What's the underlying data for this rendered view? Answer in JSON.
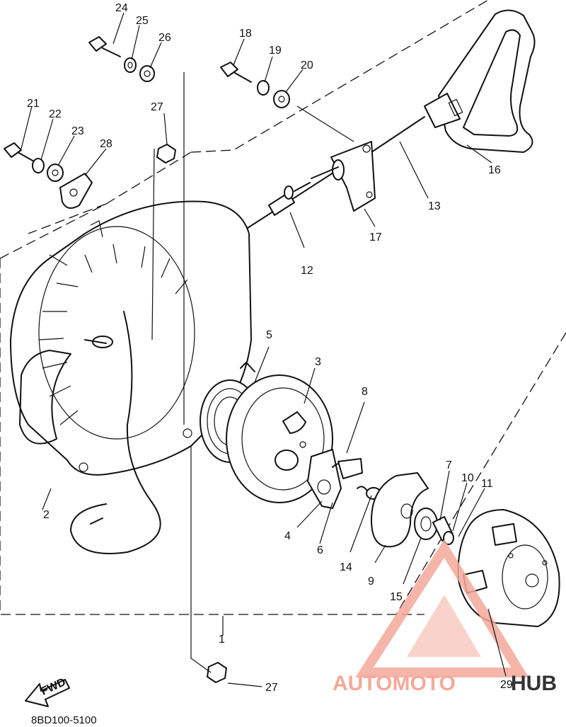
{
  "callouts": {
    "c1": "1",
    "c2": "2",
    "c3": "3",
    "c4": "4",
    "c5": "5",
    "c6": "6",
    "c7": "7",
    "c8": "8",
    "c9": "9",
    "c10": "10",
    "c11": "11",
    "c12": "12",
    "c13": "13",
    "c14": "14",
    "c15": "15",
    "c16": "16",
    "c17": "17",
    "c18": "18",
    "c19": "19",
    "c20": "20",
    "c21": "21",
    "c22": "22",
    "c23": "23",
    "c24": "24",
    "c25": "25",
    "c26": "26",
    "c27a": "27",
    "c27b": "27",
    "c28": "28",
    "c29": "29"
  },
  "fwd_arrow_label": "FWD",
  "diagram_code": "8BD100-5100",
  "watermark": {
    "text_part1": "AUTOMOTO",
    "text_part2": "HUB",
    "color_primary": "#f4a99a",
    "color_secondary": "#333333"
  }
}
